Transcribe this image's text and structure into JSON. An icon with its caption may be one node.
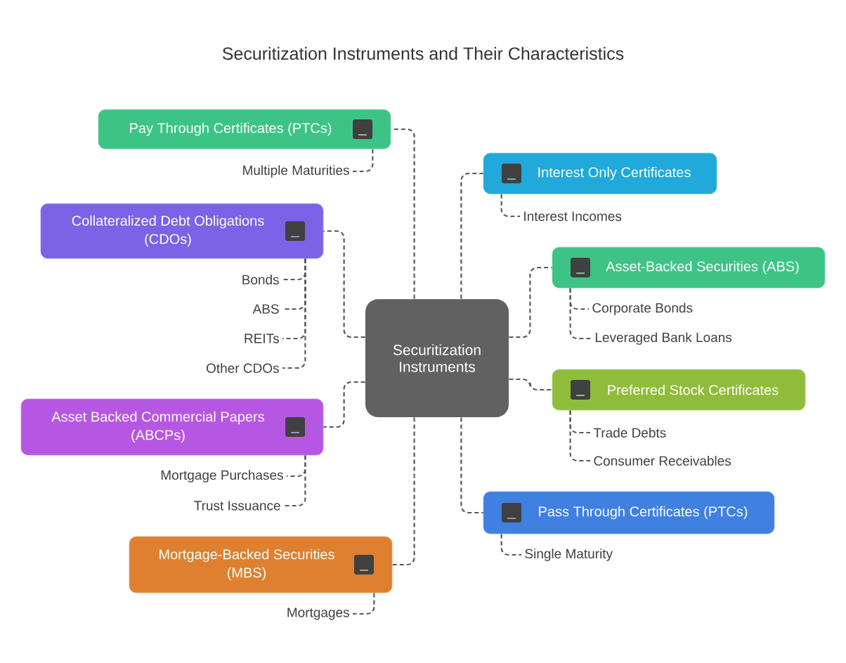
{
  "diagram": {
    "title": "Securitization Instruments and Their Characteristics",
    "nodes": [
      {
        "text": [
          "Securitization Instruments"
        ]
      },
      {
        "text": [
          "Pay Through Certificates (PTCs)"
        ]
      },
      {
        "text": [
          "Multiple Maturities"
        ]
      },
      {
        "text": [
          "Collateralized Debt Obligations (CDOs)"
        ]
      },
      {
        "text": [
          "Bonds"
        ]
      },
      {
        "text": [
          "ABS"
        ]
      },
      {
        "text": [
          "REITs"
        ]
      },
      {
        "text": [
          "Other CDOs"
        ]
      },
      {
        "text": [
          "Asset Backed Commercial Papers (ABCPs)"
        ]
      },
      {
        "text": [
          "Mortgage Purchases"
        ]
      },
      {
        "text": [
          "Trust Issuance"
        ]
      },
      {
        "text": [
          "Mortgage-Backed Securities (MBS)"
        ]
      },
      {
        "text": [
          "Mortgages"
        ]
      },
      {
        "text": [
          "Interest Only Certificates"
        ]
      },
      {
        "text": [
          "Interest Incomes"
        ]
      },
      {
        "text": [
          "Asset-Backed Securities (ABS)"
        ]
      },
      {
        "text": [
          "Corporate Bonds"
        ]
      },
      {
        "text": [
          "Leveraged Bank Loans"
        ]
      },
      {
        "text": [
          "Preferred Stock Certificates"
        ]
      },
      {
        "text": [
          "Trade Debts"
        ]
      },
      {
        "text": [
          "Consumer Receivables"
        ]
      },
      {
        "text": [
          "Pass Through Certificates (PTCs)"
        ]
      },
      {
        "text": [
          "Single Maturity"
        ]
      }
    ],
    "edges": [
      {
        "from": 0,
        "to": 1,
        "arrow": "none"
      },
      {
        "from": 1,
        "to": 2,
        "arrow": "none"
      },
      {
        "from": 0,
        "to": 3,
        "arrow": "none"
      },
      {
        "from": 3,
        "to": 4,
        "arrow": "none"
      },
      {
        "from": 3,
        "to": 5,
        "arrow": "none"
      },
      {
        "from": 3,
        "to": 6,
        "arrow": "none"
      },
      {
        "from": 3,
        "to": 7,
        "arrow": "none"
      },
      {
        "from": 0,
        "to": 8,
        "arrow": "none"
      },
      {
        "from": 8,
        "to": 9,
        "arrow": "none"
      },
      {
        "from": 8,
        "to": 10,
        "arrow": "none"
      },
      {
        "from": 0,
        "to": 11,
        "arrow": "none"
      },
      {
        "from": 11,
        "to": 12,
        "arrow": "none"
      },
      {
        "from": 0,
        "to": 13,
        "arrow": "none"
      },
      {
        "from": 13,
        "to": 14,
        "arrow": "none"
      },
      {
        "from": 0,
        "to": 15,
        "arrow": "none"
      },
      {
        "from": 15,
        "to": 16,
        "arrow": "none"
      },
      {
        "from": 15,
        "to": 17,
        "arrow": "none"
      },
      {
        "from": 0,
        "to": 18,
        "arrow": "none"
      },
      {
        "from": 18,
        "to": 19,
        "arrow": "none"
      },
      {
        "from": 18,
        "to": 20,
        "arrow": "none"
      },
      {
        "from": 0,
        "to": 21,
        "arrow": "none"
      },
      {
        "from": 21,
        "to": 22,
        "arrow": "none"
      }
    ]
  }
}
